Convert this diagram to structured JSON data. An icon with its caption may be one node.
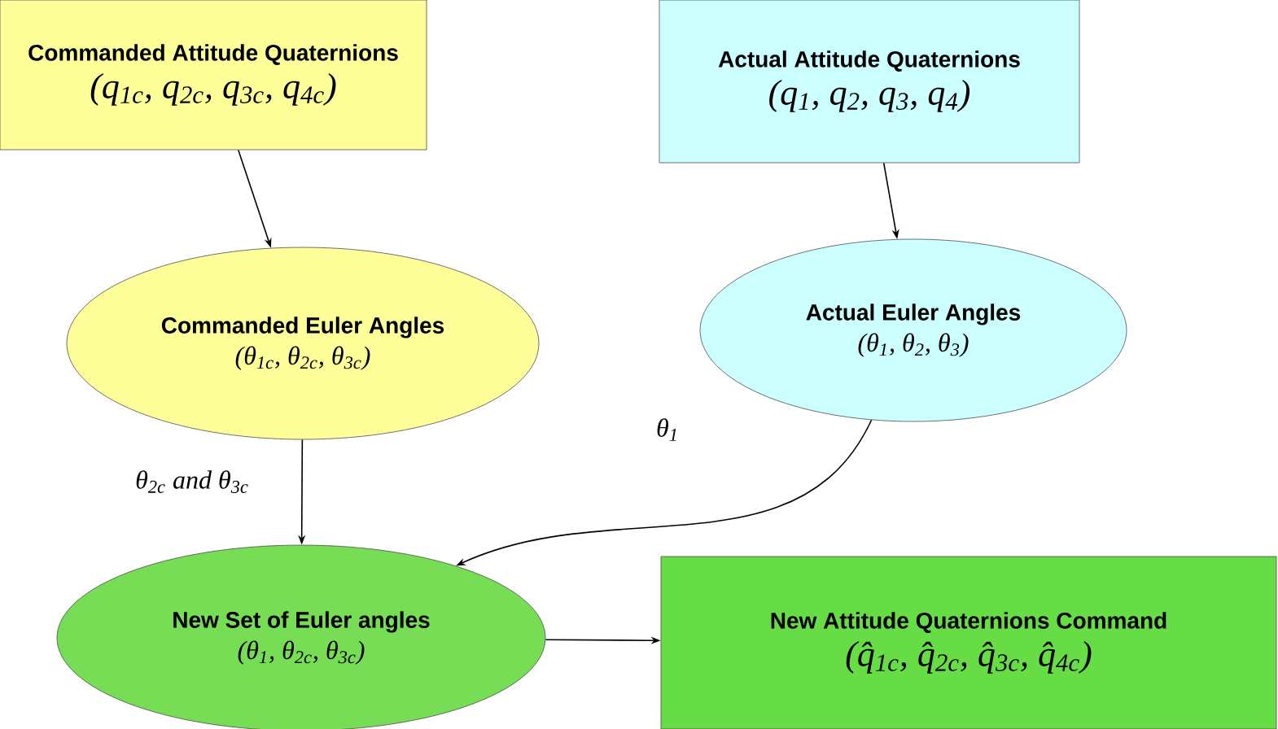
{
  "diagram": {
    "nodes": [
      {
        "text": [
          "Commanded Attitude Quaternions",
          "(q$_{1c}$, q$_{2c}$, q$_{3c}$, q$_{4c}$)"
        ]
      },
      {
        "text": [
          "Actual Attitude Quaternions",
          "(q$_{1}$, q$_{2}$, q$_{3}$, q$_{4}$)"
        ]
      },
      {
        "text": [
          "Commanded Euler Angles",
          "(θ$_{1c}$, θ$_{2c}$, θ$_{3c}$)"
        ]
      },
      {
        "text": [
          "Actual Euler Angles",
          "(θ$_{1}$, θ$_{2}$, θ$_{3}$)"
        ]
      },
      {
        "text": [
          "New Set of Euler angles",
          "(θ$_{1}$, θ$_{2c}$, θ$_{3c}$)"
        ]
      },
      {
        "text": [
          "New Attitude Quaternions Command",
          "(q̂$_{1c}$, q̂$_{2c}$, q̂$_{3c}$, q̂$_{4c}$)"
        ]
      }
    ],
    "edges": [
      {
        "from": 0,
        "to": 2,
        "arrow": "to"
      },
      {
        "from": 1,
        "to": 3,
        "arrow": "to"
      },
      {
        "from": 2,
        "to": 4,
        "arrow": "to",
        "label": "θ$_{2c}$ and θ$_{3c}$"
      },
      {
        "from": 3,
        "to": 4,
        "arrow": "to",
        "label": "θ$_{1}$"
      },
      {
        "from": 4,
        "to": 5,
        "arrow": "to"
      }
    ]
  }
}
